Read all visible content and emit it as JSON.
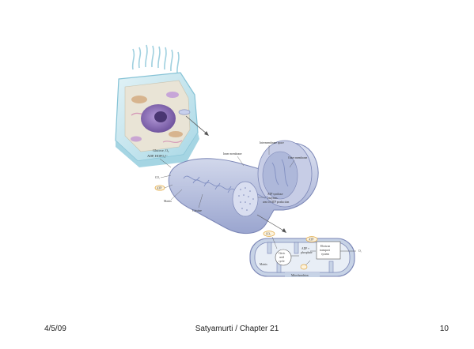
{
  "slide": {
    "footer": {
      "date": "4/5/09",
      "center": "Satyamurti / Chapter 21",
      "page": "10"
    }
  },
  "figure": {
    "labels": {
      "intermembrane_space": "Intermembrane space",
      "inner_membrane": "Inner membrane",
      "outer_membrane": "Outer membrane",
      "glucose_o2": "Glucose, O₂",
      "adp_hpo4": "ADP, HOPO₃²⁻",
      "co2": "CO₂",
      "atp": "ATP",
      "matrix": "Matrix",
      "cristae": "Cristae",
      "atp_synthase": "ATP synthase",
      "enzymes": "enzymes",
      "area_of_atp": "area of ATP production",
      "co2_box": "CO₂",
      "atp_box": "ATP",
      "citric_acid": "Citric",
      "acid": "acid",
      "cycle": "cycle",
      "adp_plus": "ADP +",
      "phosphate": "phosphate",
      "electron": "Electron",
      "transport": "transport",
      "system": "system",
      "o2": "O₂",
      "matrix_small": "Matrix",
      "mitochondrion": "Mitochondrion"
    },
    "colors": {
      "cell_fill": "#cfe9f0",
      "mito_fill": "#b9c3de",
      "mito_stroke": "#7b86b6",
      "label_ring": "#e0a53c",
      "nucleus": "#8b6bb5"
    }
  }
}
